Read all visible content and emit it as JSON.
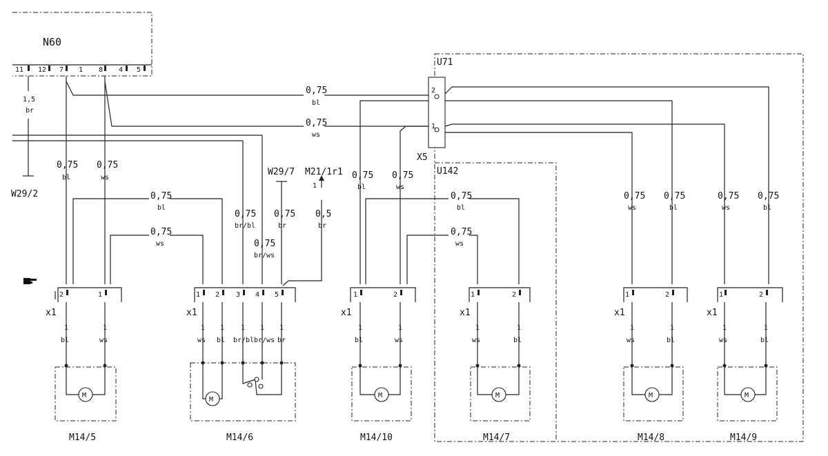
{
  "components": {
    "n60": "N60",
    "u71": "U71",
    "u142": "U142",
    "x5": "X5",
    "w29_2": "W29/2",
    "w29_7": "W29/7",
    "m21": "M21/1r1",
    "m21_pin": "1",
    "m14_5": "M14/5",
    "m14_6": "M14/6",
    "m14_10": "M14/10",
    "m14_7": "M14/7",
    "m14_8": "M14/8",
    "m14_9": "M14/9"
  },
  "n60_pins": [
    "11",
    "12",
    "7",
    "1",
    "8",
    "4",
    "5"
  ],
  "x5_pins": [
    "2",
    "1"
  ],
  "connector_label": "x1",
  "motor_symbol": "M",
  "wire_labels": {
    "n60_gnd": [
      "1,5",
      "br"
    ],
    "top_bl": [
      "0,75",
      "bl"
    ],
    "top_ws": [
      "0,75",
      "ws"
    ],
    "m145_left": [
      "0,75",
      "bl"
    ],
    "m145_right": [
      "0,75",
      "ws"
    ],
    "mid_bl": [
      "0,75",
      "bl"
    ],
    "mid_ws": [
      "0,75",
      "ws"
    ],
    "m146_brbl": [
      "0,75",
      "br/bl"
    ],
    "m146_brws": [
      "0,75",
      "br/ws"
    ],
    "w297_br": [
      "0,75",
      "br"
    ],
    "m21_br": [
      "0,5",
      "br"
    ],
    "m1410_left": [
      "0,75",
      "bl"
    ],
    "m1410_right": [
      "0,75",
      "ws"
    ],
    "u142_bl": [
      "0,75",
      "bl"
    ],
    "u142_ws": [
      "0,75",
      "ws"
    ],
    "m148_left": [
      "0,75",
      "ws"
    ],
    "m148_right": [
      "0,75",
      "bl"
    ],
    "m149_left": [
      "0,75",
      "ws"
    ],
    "m149_right": [
      "0,75",
      "bl"
    ]
  },
  "connectors": [
    {
      "id": "x1-m14-5",
      "pins": [
        "2",
        "1"
      ],
      "leads": [
        [
          "1",
          "bl"
        ],
        [
          "1",
          "ws"
        ]
      ]
    },
    {
      "id": "x1-m14-6",
      "pins": [
        "1",
        "2",
        "3",
        "4",
        "5"
      ],
      "leads": [
        [
          "1",
          "ws"
        ],
        [
          "1",
          "bl"
        ],
        [
          "1",
          "br/bl"
        ],
        [
          "1",
          "br/ws"
        ],
        [
          "1",
          "br"
        ]
      ]
    },
    {
      "id": "x1-m14-10",
      "pins": [
        "1",
        "2"
      ],
      "leads": [
        [
          "1",
          "bl"
        ],
        [
          "1",
          "ws"
        ]
      ]
    },
    {
      "id": "x1-m14-7",
      "pins": [
        "1",
        "2"
      ],
      "leads": [
        [
          "1",
          "ws"
        ],
        [
          "1",
          "bl"
        ]
      ]
    },
    {
      "id": "x1-m14-8",
      "pins": [
        "1",
        "2"
      ],
      "leads": [
        [
          "1",
          "ws"
        ],
        [
          "1",
          "bl"
        ]
      ]
    },
    {
      "id": "x1-m14-9",
      "pins": [
        "1",
        "2"
      ],
      "leads": [
        [
          "1",
          "ws"
        ],
        [
          "1",
          "bl"
        ]
      ]
    }
  ]
}
